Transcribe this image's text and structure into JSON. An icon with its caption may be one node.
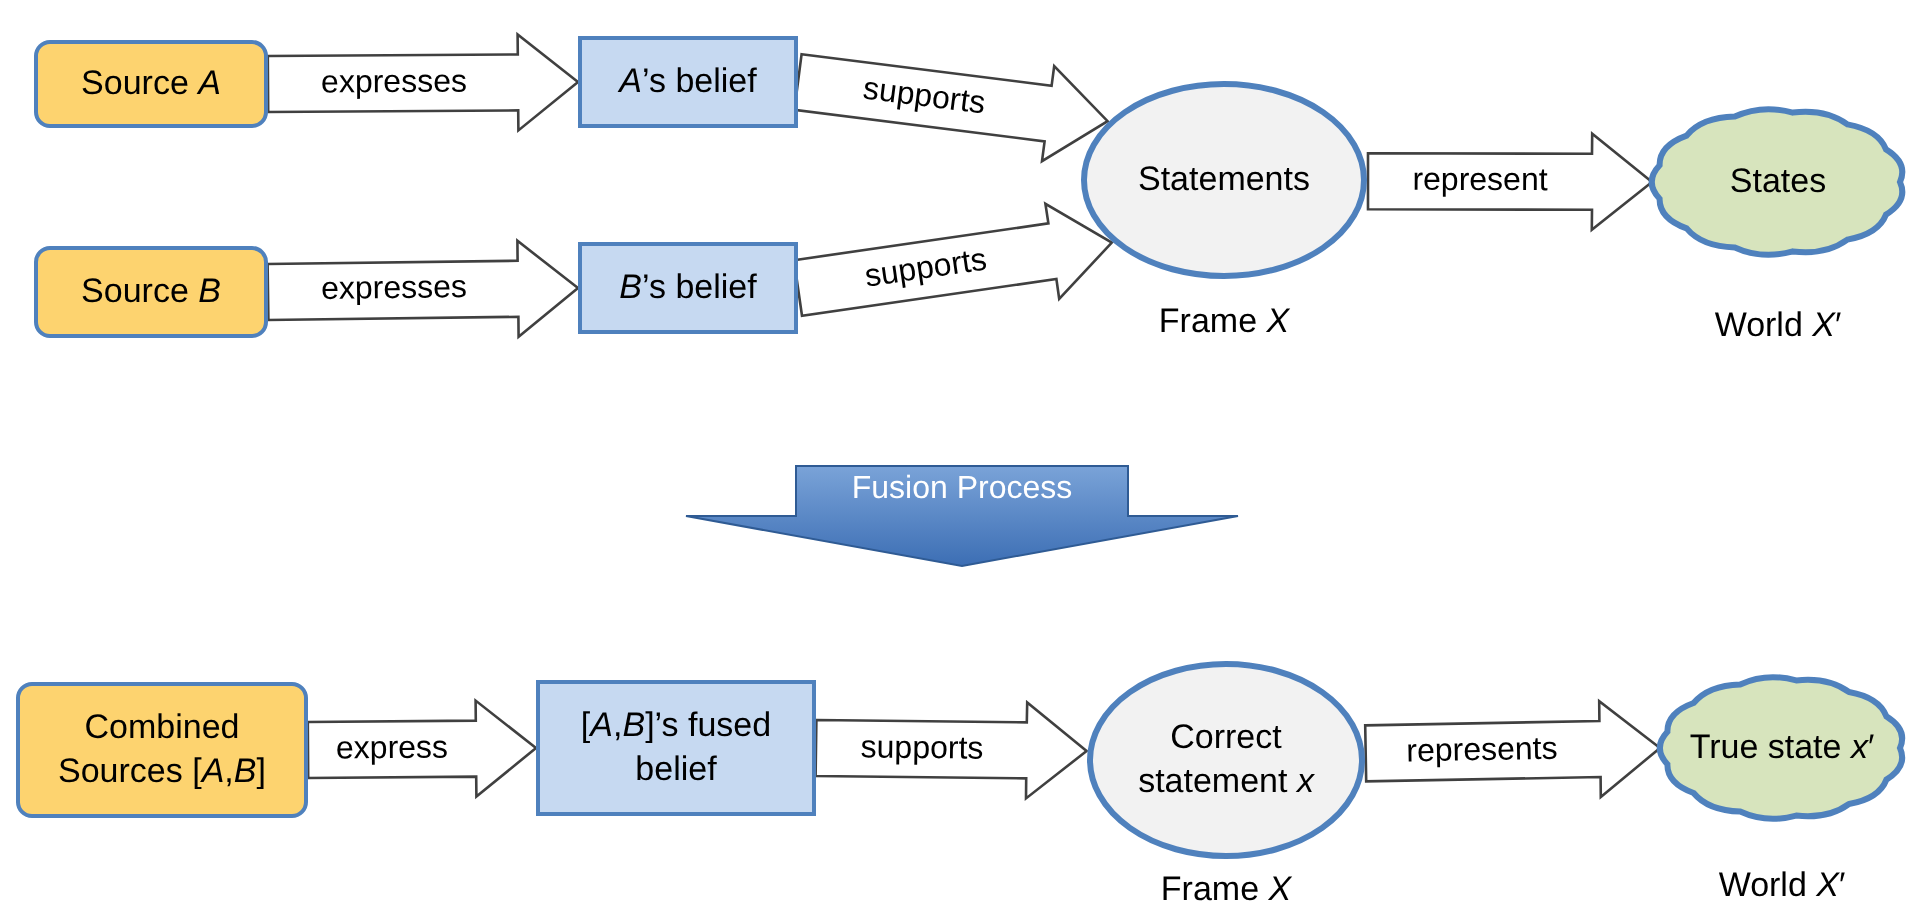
{
  "diagram": {
    "nodes": [
      {
        "text": [
          "Source *A*"
        ]
      },
      {
        "text": [
          "*A*’s belief"
        ]
      },
      {
        "text": [
          "Source *B*"
        ]
      },
      {
        "text": [
          "*B*’s belief"
        ]
      },
      {
        "text": [
          "Statements"
        ],
        "beside": [
          "Frame *X*"
        ]
      },
      {
        "text": [
          "States"
        ],
        "beside": [
          "World *X*′"
        ]
      },
      {
        "text": [
          "Fusion Process"
        ]
      },
      {
        "text": [
          "Combined Sources [*A*,*B*]"
        ]
      },
      {
        "text": [
          "[*A*,*B*]’s fused belief"
        ]
      },
      {
        "text": [
          "Correct statement *x*"
        ],
        "beside": [
          "Frame *X*"
        ]
      },
      {
        "text": [
          "True state *x*′"
        ],
        "beside": [
          "World *X*′"
        ]
      }
    ],
    "edges": [
      {
        "from": 0,
        "to": 1,
        "arrow": "to",
        "label": "expresses"
      },
      {
        "from": 1,
        "to": 4,
        "arrow": "to",
        "label": "supports"
      },
      {
        "from": 2,
        "to": 3,
        "arrow": "to",
        "label": "expresses"
      },
      {
        "from": 3,
        "to": 4,
        "arrow": "to",
        "label": "supports"
      },
      {
        "from": 4,
        "to": 5,
        "arrow": "to",
        "label": "represent"
      },
      {
        "from": 7,
        "to": 8,
        "arrow": "to",
        "label": "express"
      },
      {
        "from": 8,
        "to": 9,
        "arrow": "to",
        "label": "supports"
      },
      {
        "from": 9,
        "to": 10,
        "arrow": "to",
        "label": "represents"
      }
    ]
  }
}
